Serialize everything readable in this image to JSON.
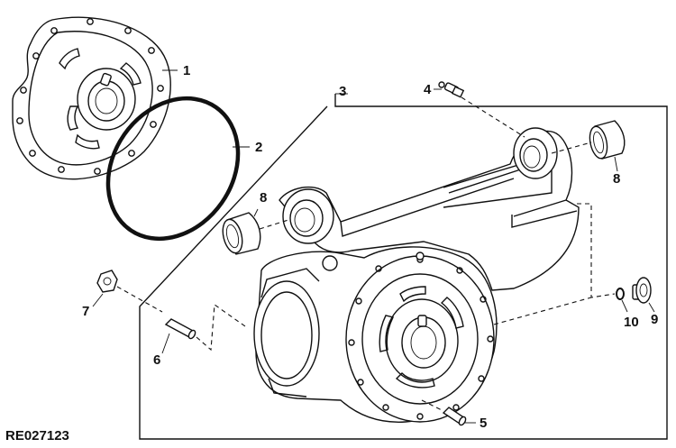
{
  "drawing_id": "RE027123",
  "callouts": [
    {
      "id": "1",
      "text": "1"
    },
    {
      "id": "2",
      "text": "2"
    },
    {
      "id": "3",
      "text": "3"
    },
    {
      "id": "4",
      "text": "4"
    },
    {
      "id": "5",
      "text": "5"
    },
    {
      "id": "6",
      "text": "6"
    },
    {
      "id": "7",
      "text": "7"
    },
    {
      "id": "8a",
      "text": "8"
    },
    {
      "id": "8b",
      "text": "8"
    },
    {
      "id": "9",
      "text": "9"
    },
    {
      "id": "10",
      "text": "10"
    }
  ]
}
